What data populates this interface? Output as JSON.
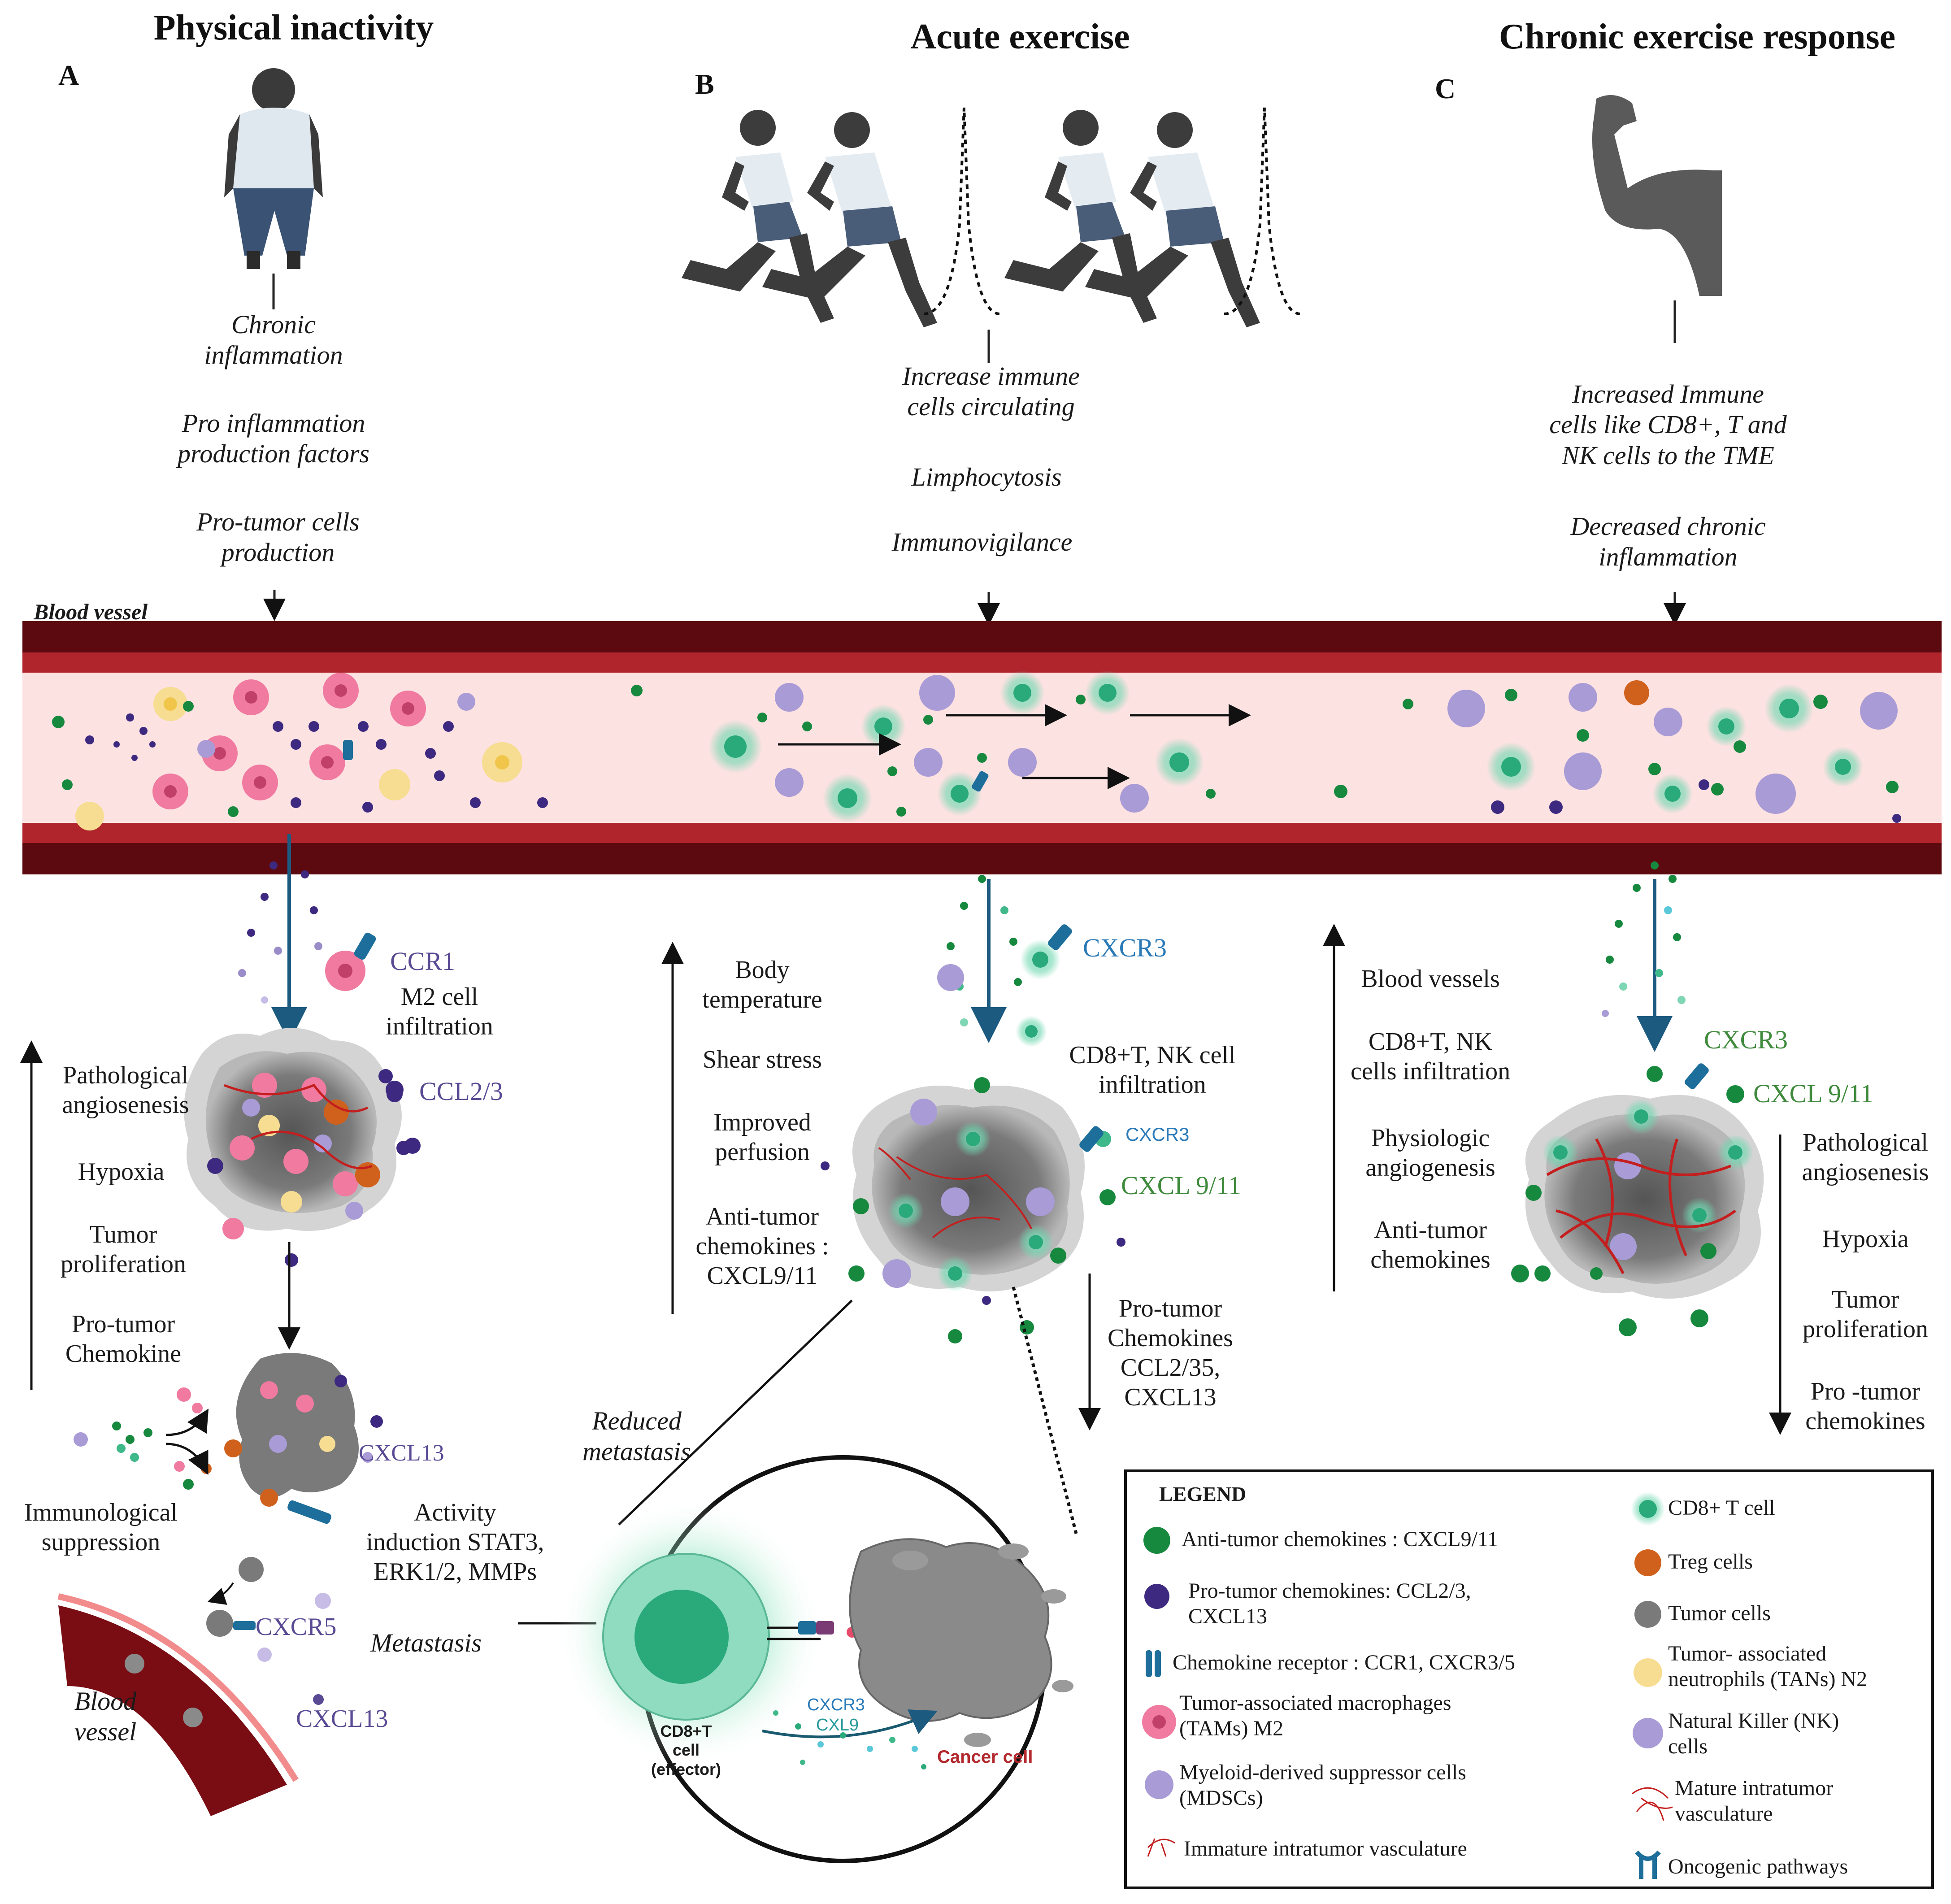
{
  "panels": {
    "a": {
      "letter": "A",
      "title": "Physical inactivity"
    },
    "b": {
      "letter": "B",
      "title": "Acute exercise"
    },
    "c": {
      "letter": "C",
      "title": "Chronic exercise response"
    }
  },
  "col_a": {
    "chronic": "Chronic\ninflammation",
    "pro_factors": "Pro inflammation\nproduction factors",
    "pro_tumor": "Pro-tumor cells\nproduction",
    "ccr1": "CCR1",
    "m2": "M2 cell\ninfiltration",
    "ccl23": "CCL2/3",
    "patho": "Pathological\nangiosenesis",
    "hypoxia": "Hypoxia",
    "prolif": "Tumor\nproliferation",
    "chemokine": "Pro-tumor\nChemokine",
    "cxcl13a": "CXCL13",
    "immuno": "Immunological\nsuppression",
    "activity": "Activity\ninduction STAT3,\nERK1/2, MMPs",
    "cxcr5": "CXCR5",
    "metastasis": "Metastasis",
    "blood_vessel": "Blood\nvessel",
    "cxcl13b": "CXCL13"
  },
  "vessel_label": "Blood vessel",
  "col_b": {
    "increase": "Increase immune\ncells circulating",
    "limpho": "Limphocytosis",
    "immunovig": "Immunovigilance",
    "cxcr3": "CXCR3",
    "body_temp": "Body\ntemperature",
    "shear": "Shear stress",
    "perfusion": "Improved\nperfusion",
    "anti_chem": "Anti-tumor\nchemokines :\nCXCL9/11",
    "cd8_inf": "CD8+T, NK cell\ninfiltration",
    "cxcr3_small": "CXCR3",
    "cxcl911": "CXCL 9/11",
    "pro_chem": "Pro-tumor\nChemokines\nCCL2/35,\nCXCL13",
    "reduced": "Reduced\nmetastasis",
    "inset_cd8": "CD8+T\ncell\n(effector)",
    "inset_cxcr3": "CXCR3",
    "inset_cxl9": "CXL9",
    "inset_cancer": "Cancer cell"
  },
  "col_c": {
    "increased": "Increased Immune\ncells like CD8+, T and\nNK cells to the TME",
    "decreased": "Decreased chronic\ninflammation",
    "blood_vessels": "Blood vessels",
    "cd8_nk": "CD8+T, NK\ncells infiltration",
    "physio": "Physiologic\nangiogenesis",
    "anti_chem": "Anti-tumor\nchemokines",
    "cxcr3": "CXCR3",
    "cxcl911": "CXCL 9/11",
    "patho": "Pathological\nangiosenesis",
    "hypoxia": "Hypoxia",
    "prolif": "Tumor\nproliferation",
    "pro_chem": "Pro -tumor\nchemokines"
  },
  "legend": {
    "title": "LEGEND",
    "anti": "Anti-tumor chemokines : CXCL9/11",
    "pro": "Pro-tumor chemokines: CCL2/3,\nCXCL13",
    "receptor": "Chemokine receptor : CCR1, CXCR3/5",
    "tam": "Tumor-associated macrophages\n(TAMs) M2",
    "mdsc": "Myeloid-derived suppressor cells\n(MDSCs)",
    "immature": "Immature intratumor vasculature",
    "cd8": "CD8+ T cell",
    "treg": "Treg cells",
    "tumor": "Tumor cells",
    "tan": "Tumor- associated\nneutrophils (TANs) N2",
    "nk": "Natural Killer (NK)\ncells",
    "mature": "Mature intratumor\nvasculature",
    "onco": "Oncogenic pathways"
  },
  "colors": {
    "vessel_dark": "#5c0a10",
    "vessel_lumen": "#fde2e2",
    "cd8": "#3fb98a",
    "anti_chemokine": "#17893f",
    "pro_chemokine": "#3d2a80",
    "nk": "#a99bd6",
    "tam": "#f07aa0",
    "treg": "#d0611c",
    "tan": "#f7dd92",
    "receptor": "#1d6e9a",
    "vasculature": "#c41e1e"
  }
}
